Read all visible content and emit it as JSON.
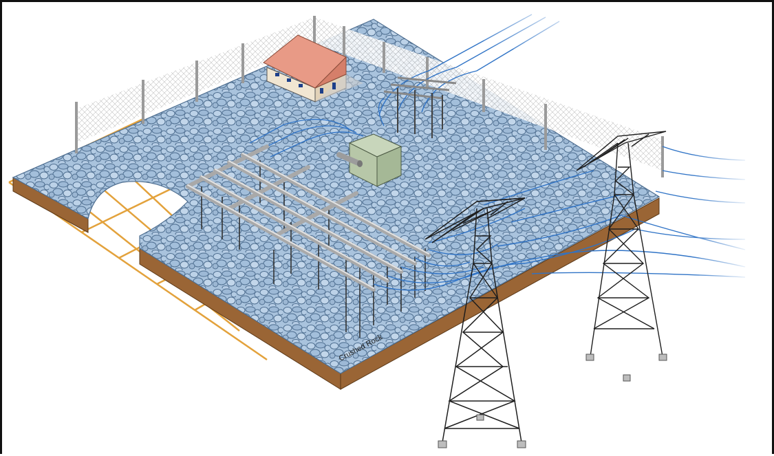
{
  "diagram": {
    "ground_label": "Crushed Rock",
    "colors": {
      "rock_surface": "#a9c3dd",
      "rock_stone_outline": "#4e6e90",
      "slab_edge": "#9a6535",
      "building_roof": "#e89a86",
      "building_wall": "#f1e6d2",
      "transformer": "#b7c7a8",
      "conductor": "#2f73c6",
      "tower": "#1e1e1e",
      "grounding_grid": "#e3a23c",
      "bus_steel": "#c9c9c9"
    },
    "icons": [
      "fence",
      "control-building",
      "transformer",
      "bus-structure",
      "transmission-tower",
      "grounding-grid"
    ]
  }
}
